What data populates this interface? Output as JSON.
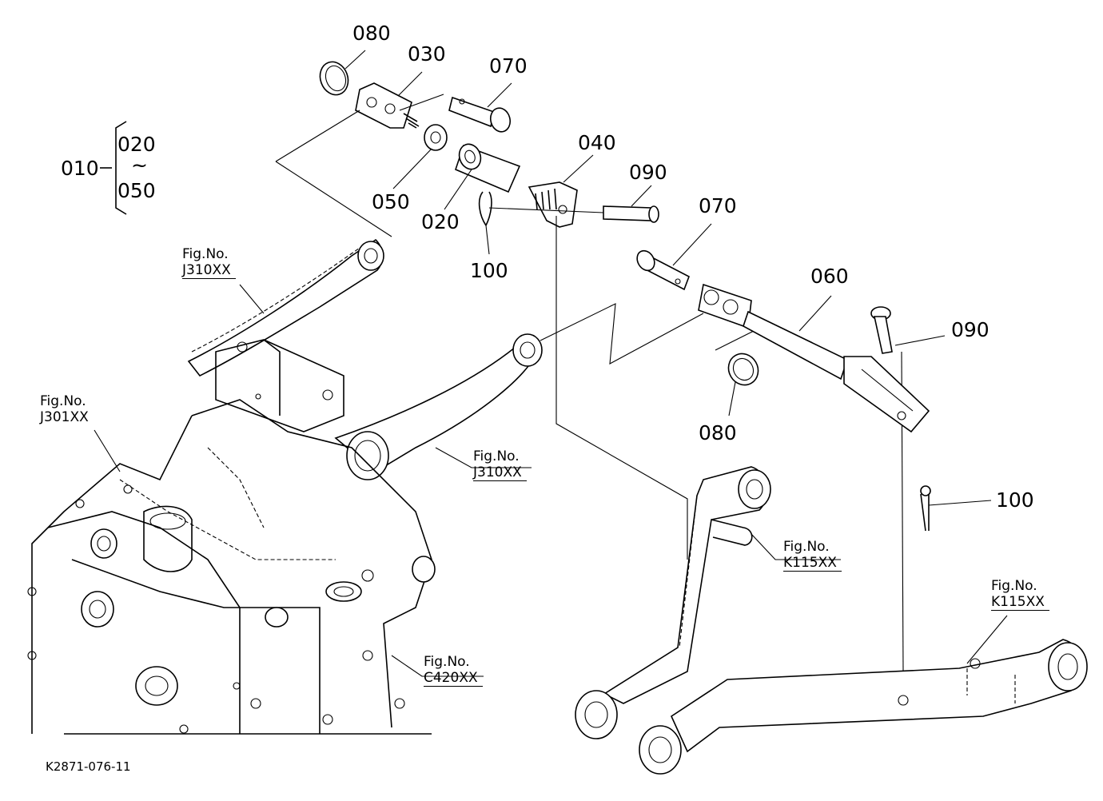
{
  "diagram": {
    "drawing_number": "K2871-076-11",
    "part_labels": {
      "p010": "010",
      "p020_group": "020",
      "tilde": "~",
      "p050_group": "050",
      "p080_top": "080",
      "p030": "030",
      "p070_top": "070",
      "p040": "040",
      "p090_mid": "090",
      "p050": "050",
      "p020": "020",
      "p100_left": "100",
      "p070_mid": "070",
      "p060": "060",
      "p090_right": "090",
      "p080_mid": "080",
      "p100_right": "100"
    },
    "figure_refs": [
      {
        "prefix": "Fig.No.",
        "code": "J310XX"
      },
      {
        "prefix": "Fig.No.",
        "code": "J301XX"
      },
      {
        "prefix": "Fig.No.",
        "code": "J310XX"
      },
      {
        "prefix": "Fig.No.",
        "code": "K115XX"
      },
      {
        "prefix": "Fig.No.",
        "code": "K115XX"
      },
      {
        "prefix": "Fig.No.",
        "code": "C420XX"
      }
    ]
  }
}
